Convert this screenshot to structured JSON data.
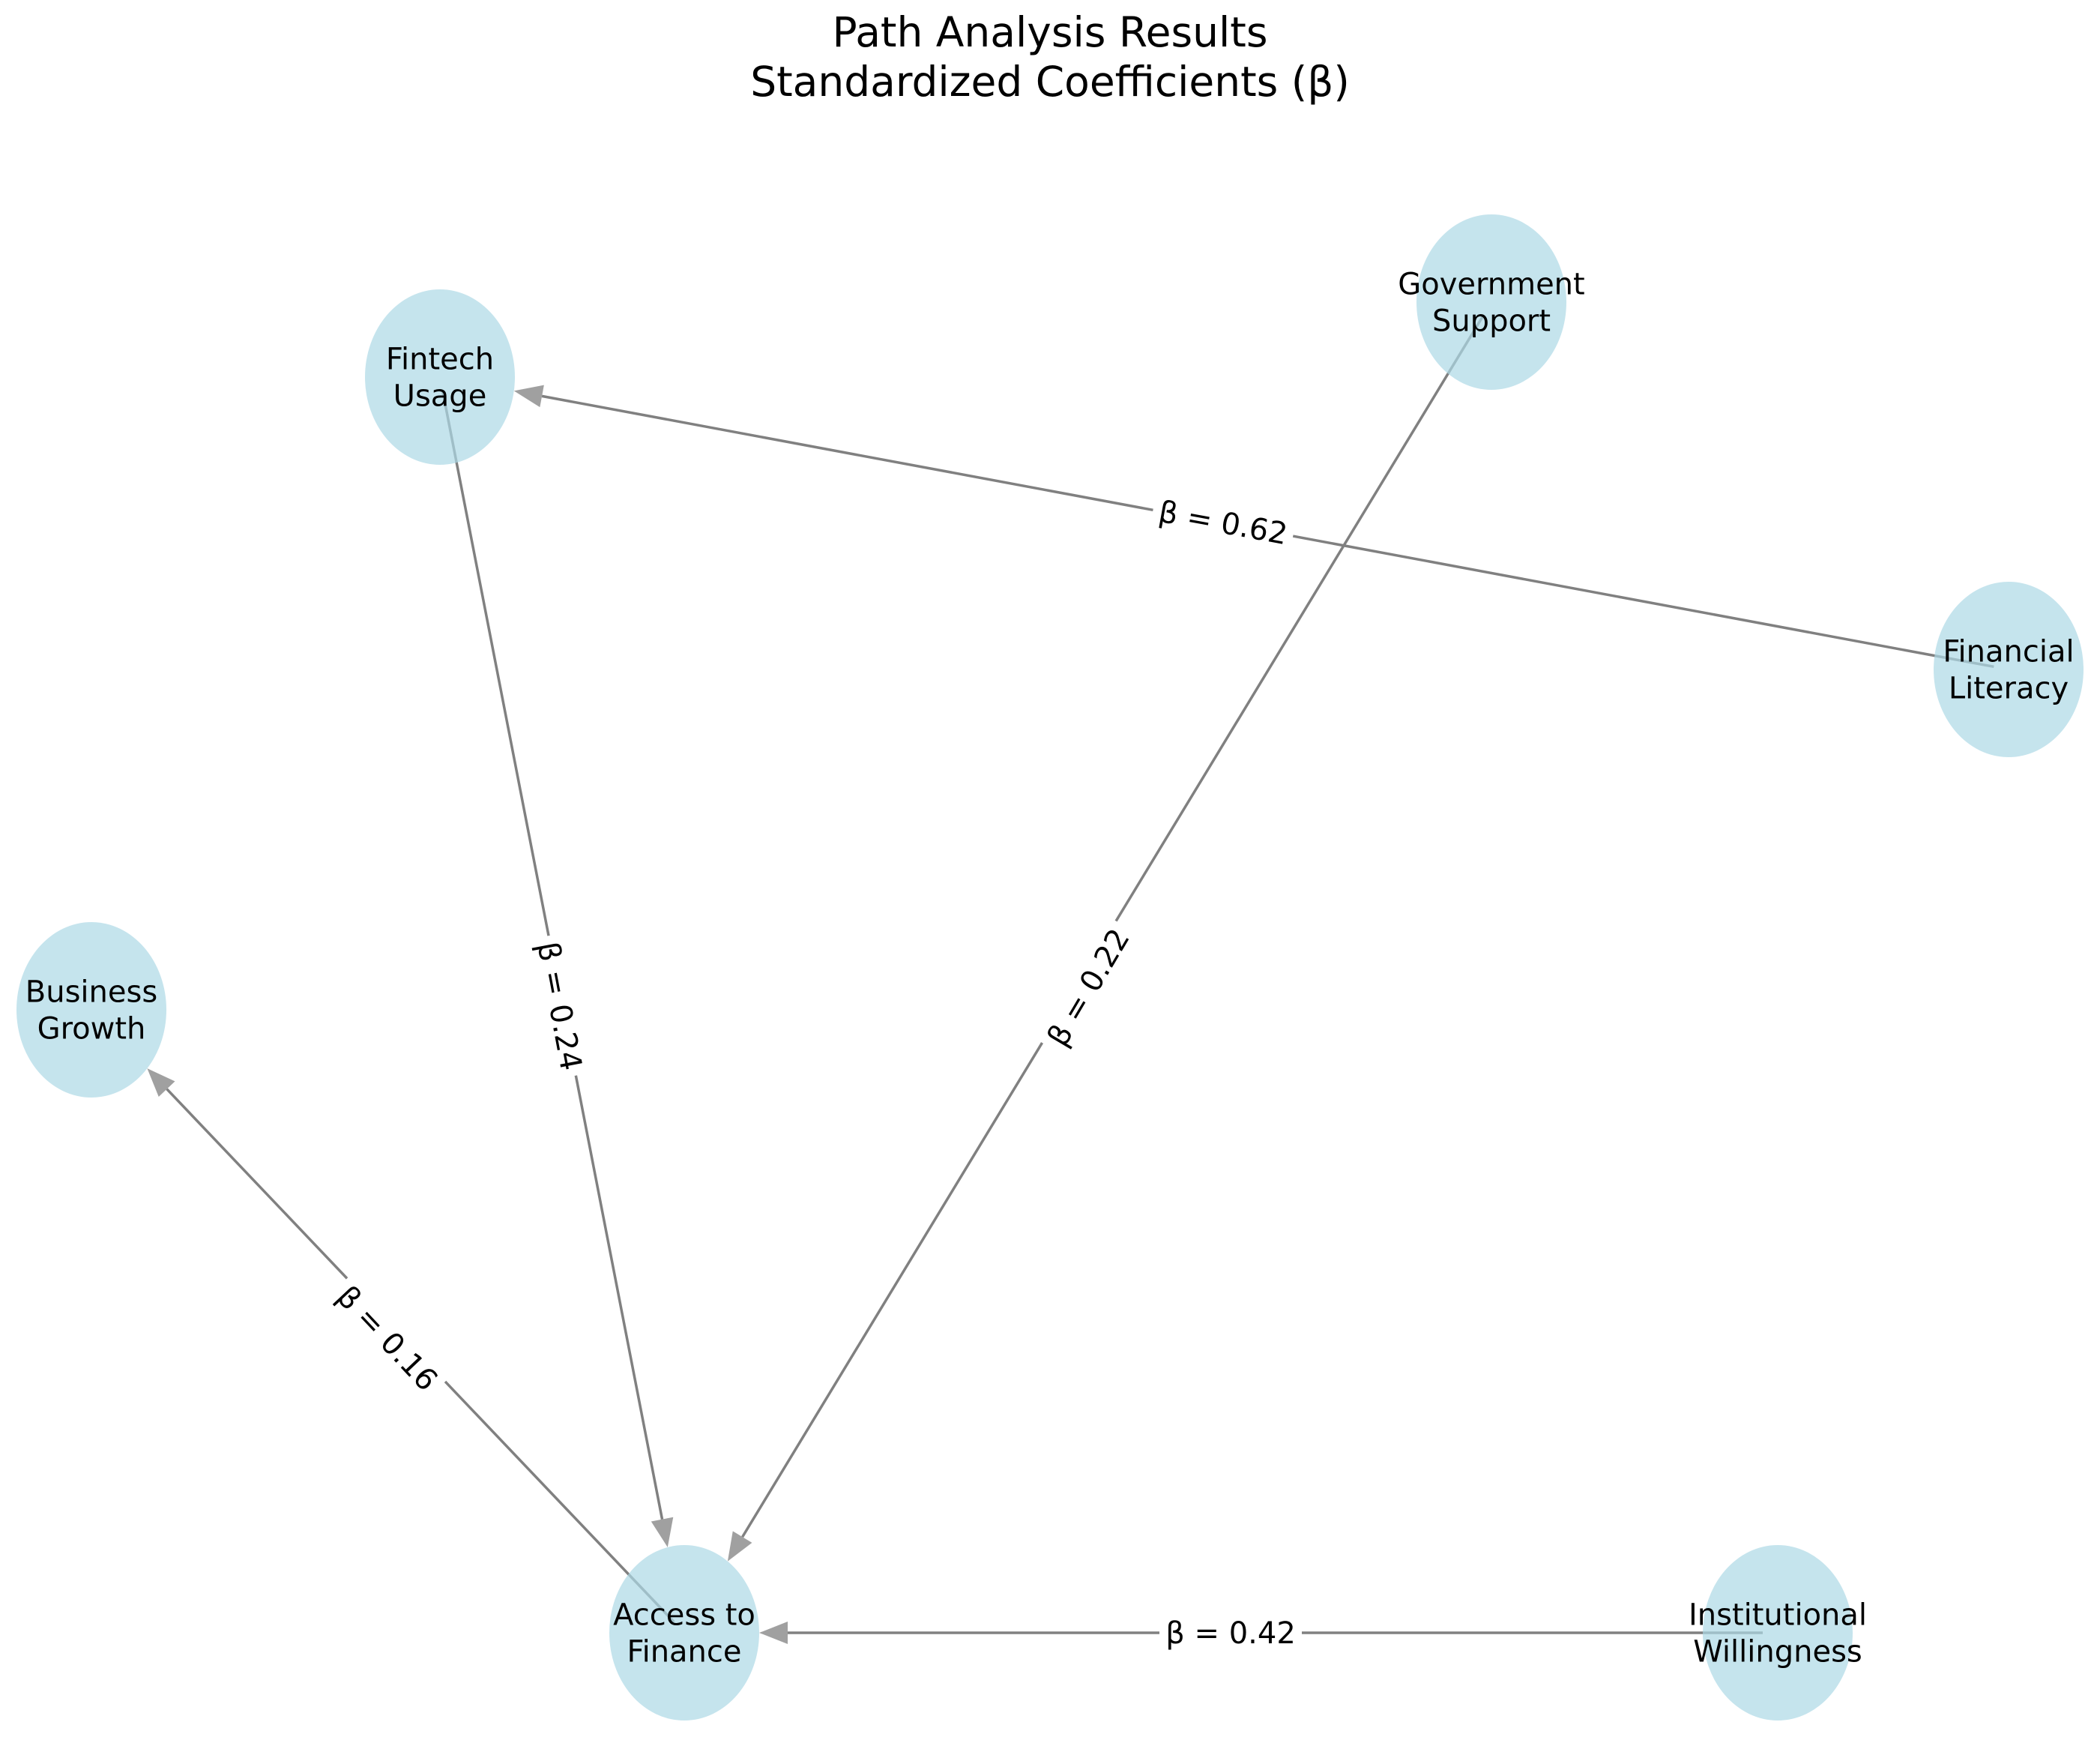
{
  "title": {
    "line1": "Path Analysis Results",
    "line2": "Standardized Coefficients (β)"
  },
  "colors": {
    "node_fill": "#add8e6",
    "edge": "#808080",
    "text": "#000000",
    "background": "#ffffff"
  },
  "nodes": [
    {
      "id": "fintech",
      "label_lines": [
        "Fintech",
        "Usage"
      ]
    },
    {
      "id": "government",
      "label_lines": [
        "Government",
        "Support"
      ]
    },
    {
      "id": "literacy",
      "label_lines": [
        "Financial",
        "Literacy"
      ]
    },
    {
      "id": "business",
      "label_lines": [
        "Business",
        "Growth"
      ]
    },
    {
      "id": "access",
      "label_lines": [
        "Access to",
        "Finance"
      ]
    },
    {
      "id": "institutional",
      "label_lines": [
        "Institutional",
        "Willingness"
      ]
    }
  ],
  "edges": [
    {
      "from": "literacy",
      "to": "fintech",
      "label": "β = 0.62",
      "beta": 0.62
    },
    {
      "from": "fintech",
      "to": "access",
      "label": "β = 0.24",
      "beta": 0.24
    },
    {
      "from": "government",
      "to": "access",
      "label": "β = 0.22",
      "beta": 0.22
    },
    {
      "from": "access",
      "to": "business",
      "label": "β = 0.16",
      "beta": 0.16
    },
    {
      "from": "institutional",
      "to": "access",
      "label": "β = 0.42",
      "beta": 0.42
    }
  ]
}
